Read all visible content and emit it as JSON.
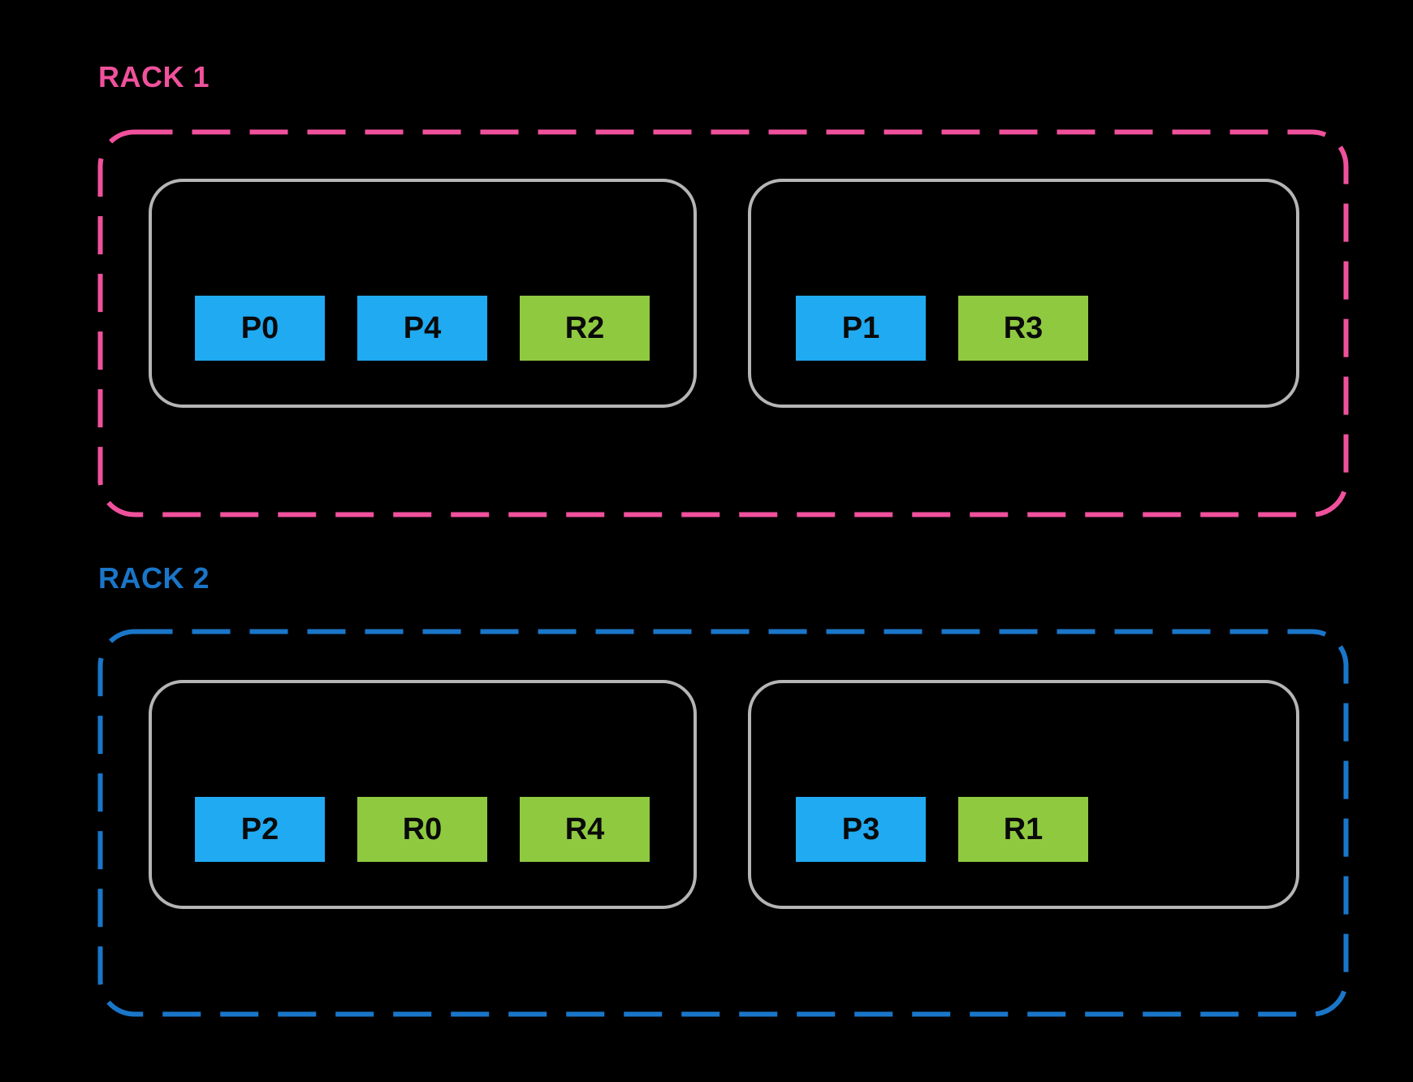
{
  "diagram_title": "",
  "colors": {
    "background": "#000000",
    "rack1_accent": "#f0519c",
    "rack2_accent": "#1a76c9",
    "primary_block": "#20aaf2",
    "replica_block": "#8fc940",
    "node_border": "#b5b5b5",
    "block_text": "#0a0a0a"
  },
  "racks": [
    {
      "label": "RACK 1",
      "accent": "#f0519c",
      "nodes": [
        {
          "blocks": [
            {
              "label": "P0",
              "type": "primary",
              "color": "#20aaf2"
            },
            {
              "label": "P4",
              "type": "primary",
              "color": "#20aaf2"
            },
            {
              "label": "R2",
              "type": "replica",
              "color": "#8fc940"
            }
          ]
        },
        {
          "blocks": [
            {
              "label": "P1",
              "type": "primary",
              "color": "#20aaf2"
            },
            {
              "label": "R3",
              "type": "replica",
              "color": "#8fc940"
            }
          ]
        }
      ]
    },
    {
      "label": "RACK 2",
      "accent": "#1a76c9",
      "nodes": [
        {
          "blocks": [
            {
              "label": "P2",
              "type": "primary",
              "color": "#20aaf2"
            },
            {
              "label": "R0",
              "type": "replica",
              "color": "#8fc940"
            },
            {
              "label": "R4",
              "type": "replica",
              "color": "#8fc940"
            }
          ]
        },
        {
          "blocks": [
            {
              "label": "P3",
              "type": "primary",
              "color": "#20aaf2"
            },
            {
              "label": "R1",
              "type": "replica",
              "color": "#8fc940"
            }
          ]
        }
      ]
    }
  ]
}
